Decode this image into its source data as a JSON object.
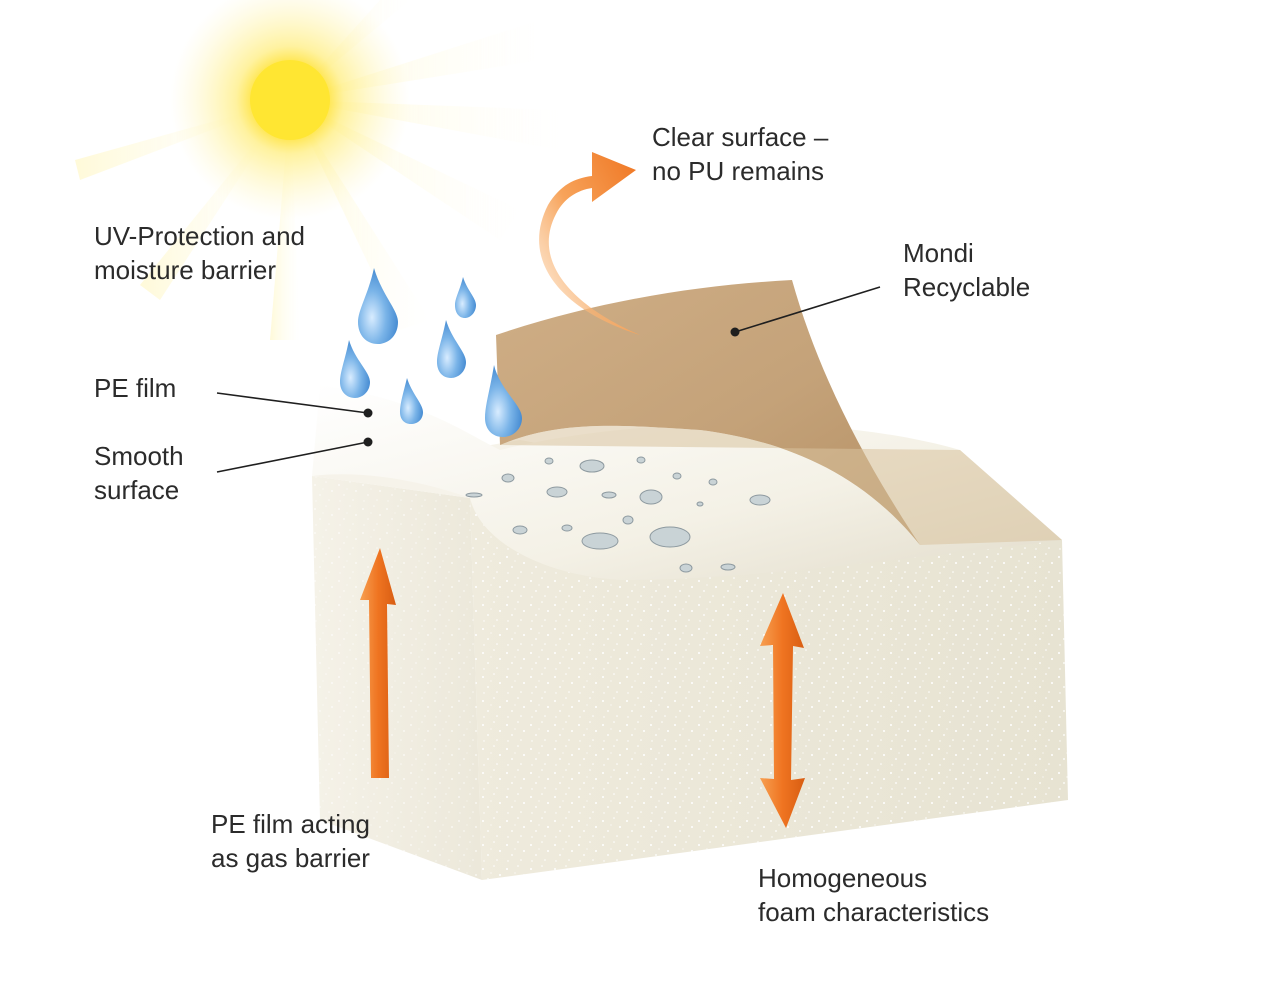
{
  "labels": {
    "clear_surface": [
      "Clear surface –",
      "no PU remains"
    ],
    "uv_protection": [
      "UV-Protection and",
      "moisture barrier"
    ],
    "mondi": [
      "Mondi",
      "Recyclable"
    ],
    "pe_film": [
      "PE film"
    ],
    "smooth_surface": [
      "Smooth",
      "surface"
    ],
    "gas_barrier": [
      "PE film acting",
      "as gas barrier"
    ],
    "homogeneous": [
      "Homogeneous",
      "foam characteristics"
    ]
  },
  "colors": {
    "paper": "#c4a279",
    "foam": "#efece0",
    "arrow": "#f07a2a",
    "drop": "#6aa8e0",
    "sun": "#ffe13a"
  }
}
